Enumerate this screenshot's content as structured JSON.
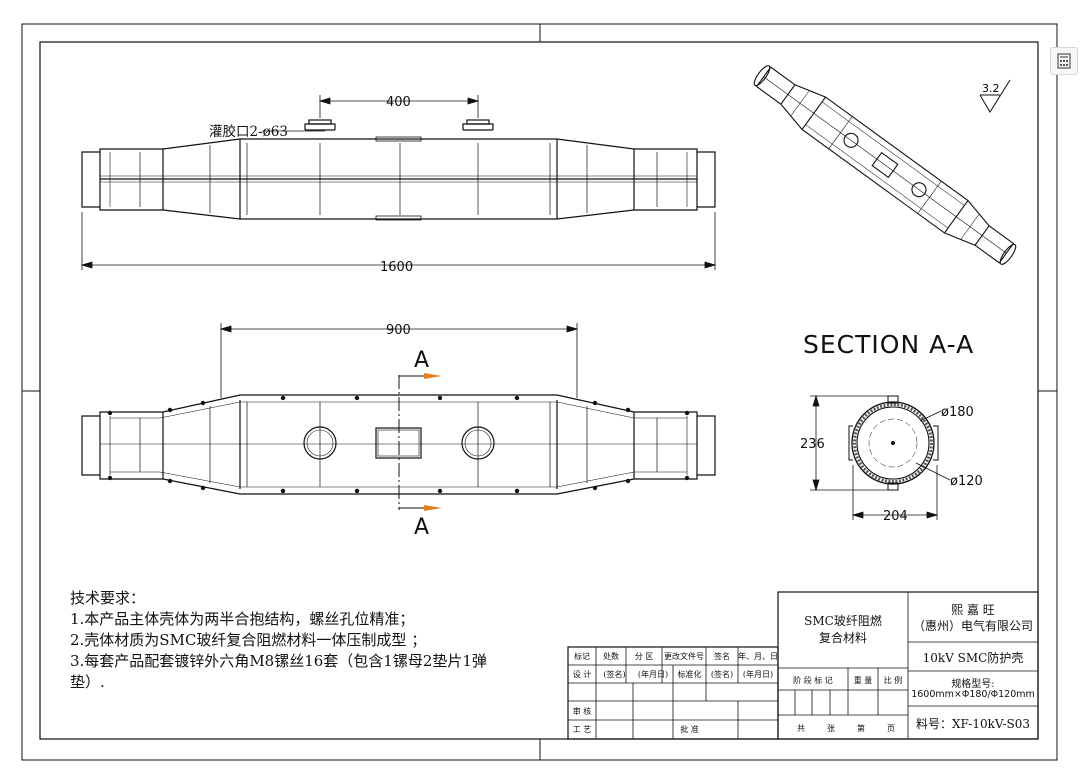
{
  "drawing": {
    "top_view": {
      "dim_length": "1600",
      "dim_port_spacing": "400",
      "port_label": "灌胶口2-ø63"
    },
    "bottom_view": {
      "dim_span": "900",
      "section_mark_top": "A",
      "section_mark_bottom": "A"
    },
    "section": {
      "title": "SECTION  A-A",
      "dim_height": "236",
      "dim_width": "204",
      "dim_outer": "ø180",
      "dim_inner": "ø120"
    },
    "surface_roughness": "3.2",
    "colors": {
      "line": "#111111",
      "section_arrow": "#e8801a"
    }
  },
  "notes": {
    "heading": "技术要求：",
    "line1": "1.本产品主体壳体为两半合抱结构，螺丝孔位精准；",
    "line2": "2.壳体材质为SMC玻纤复合阻燃材料一体压制成型 ；",
    "line3": "3.每套产品配套镀锌外六角M8镙丝16套（包含1镙母2垫片1弹",
    "line4": "垫）."
  },
  "title_block": {
    "material_1": "SMC玻纤阻燃",
    "material_2": "复合材料",
    "company_1": "熙 嘉 旺",
    "company_2": "（惠州）电气有限公司",
    "product": "10kV SMC防护壳",
    "spec_label": "规格型号:",
    "spec_value": "1600mm×Φ180/Φ120mm",
    "part_no": "料号：XF-10kV-S03",
    "headers": [
      "标记",
      "处数",
      "分 区",
      "更改文件号",
      "签名",
      "年、月、日"
    ],
    "row_design": [
      "设 计",
      "(签名)",
      "(年月日)",
      "标准化",
      "(签名)",
      "(年月日)"
    ],
    "stage_headers": [
      "阶 段 标 记",
      "重 量",
      "比 例"
    ],
    "review": "审 核",
    "process": "工 艺",
    "approve": "批 准",
    "sheet_info": [
      "共",
      "张",
      "第",
      "页"
    ]
  },
  "toolbar": {
    "icon": "calculator-icon"
  }
}
